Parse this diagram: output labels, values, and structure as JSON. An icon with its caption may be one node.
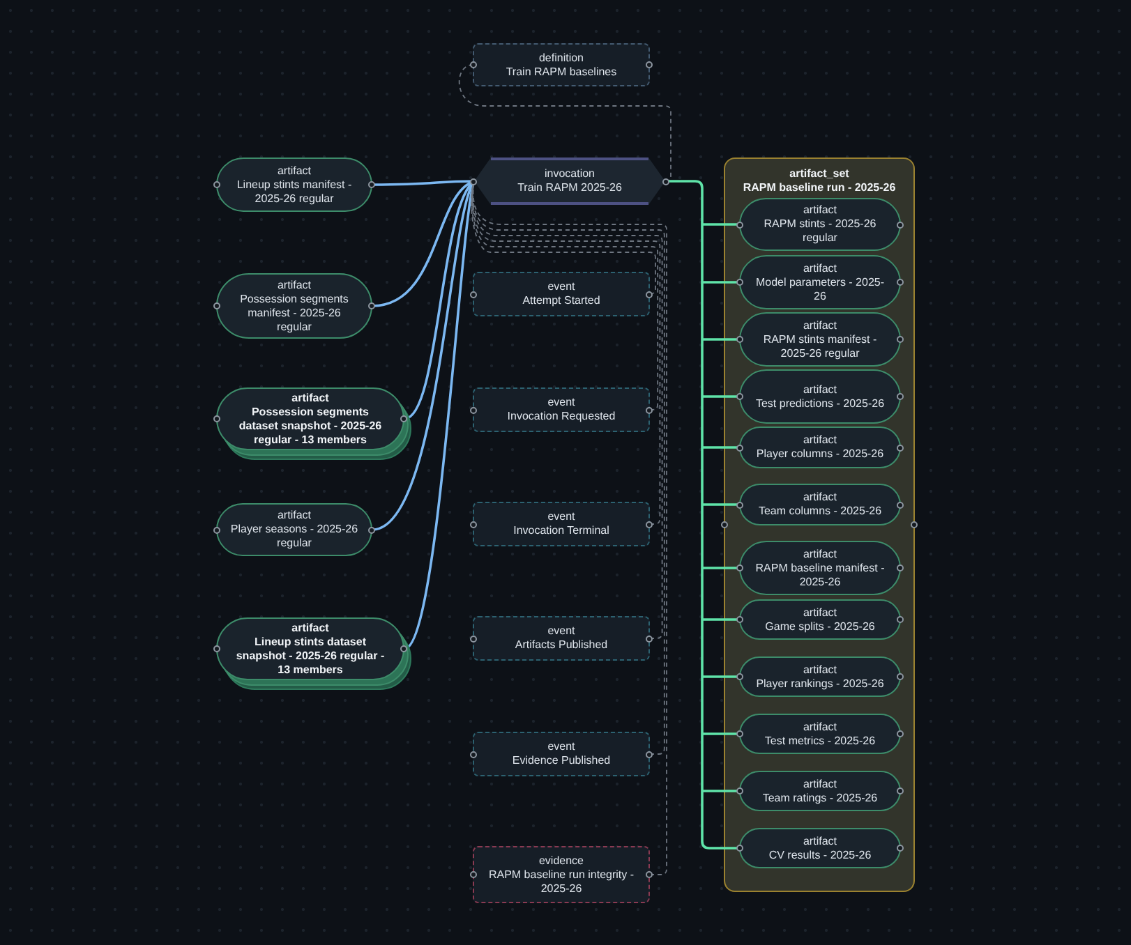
{
  "diagram": {
    "nodes": [
      {
        "text": [
          "artifact",
          "Lineup stints manifest - 2025-26 regular"
        ]
      },
      {
        "text": [
          "artifact",
          "Possession segments manifest - 2025-26 regular"
        ]
      },
      {
        "text": [
          "artifact",
          "Possession segments dataset snapshot - 2025-26 regular - 13 members"
        ]
      },
      {
        "text": [
          "artifact",
          "Player seasons - 2025-26 regular"
        ]
      },
      {
        "text": [
          "artifact",
          "Lineup stints dataset snapshot - 2025-26 regular - 13 members"
        ]
      },
      {
        "text": [
          "definition",
          "Train RAPM baselines"
        ]
      },
      {
        "text": [
          "invocation",
          "Train RAPM 2025-26"
        ]
      },
      {
        "text": [
          "event",
          "Attempt Started"
        ]
      },
      {
        "text": [
          "event",
          "Invocation Requested"
        ]
      },
      {
        "text": [
          "event",
          "Invocation Terminal"
        ]
      },
      {
        "text": [
          "event",
          "Artifacts Published"
        ]
      },
      {
        "text": [
          "event",
          "Evidence Published"
        ]
      },
      {
        "text": [
          "evidence",
          "RAPM baseline run integrity - 2025-26"
        ]
      },
      {
        "text": [
          "artifact_set",
          "RAPM baseline run - 2025-26"
        ]
      },
      {
        "text": [
          "artifact",
          "RAPM stints - 2025-26 regular"
        ],
        "in": 13
      },
      {
        "text": [
          "artifact",
          "Model parameters - 2025-26"
        ],
        "in": 13
      },
      {
        "text": [
          "artifact",
          "RAPM stints manifest - 2025-26 regular"
        ],
        "in": 13
      },
      {
        "text": [
          "artifact",
          "Test predictions - 2025-26"
        ],
        "in": 13
      },
      {
        "text": [
          "artifact",
          "Player columns - 2025-26"
        ],
        "in": 13
      },
      {
        "text": [
          "artifact",
          "Team columns - 2025-26"
        ],
        "in": 13
      },
      {
        "text": [
          "artifact",
          "RAPM baseline manifest - 2025-26"
        ],
        "in": 13
      },
      {
        "text": [
          "artifact",
          "Game splits - 2025-26"
        ],
        "in": 13
      },
      {
        "text": [
          "artifact",
          "Player rankings - 2025-26"
        ],
        "in": 13
      },
      {
        "text": [
          "artifact",
          "Test metrics - 2025-26"
        ],
        "in": 13
      },
      {
        "text": [
          "artifact",
          "Team ratings - 2025-26"
        ],
        "in": 13
      },
      {
        "text": [
          "artifact",
          "CV results - 2025-26"
        ],
        "in": 13
      }
    ],
    "edges": [
      {
        "from": 0,
        "to": 6,
        "arrow": "none",
        "color": "#7cb8f2"
      },
      {
        "from": 1,
        "to": 6,
        "arrow": "none",
        "color": "#7cb8f2"
      },
      {
        "from": 2,
        "to": 6,
        "arrow": "none",
        "color": "#7cb8f2"
      },
      {
        "from": 3,
        "to": 6,
        "arrow": "none",
        "color": "#7cb8f2"
      },
      {
        "from": 4,
        "to": 6,
        "arrow": "none",
        "color": "#7cb8f2"
      },
      {
        "from": 6,
        "to": 5,
        "arrow": "none",
        "style": "dashed",
        "color": "#6e7681"
      },
      {
        "from": 7,
        "to": 6,
        "arrow": "none",
        "style": "dashed",
        "color": "#6e7681"
      },
      {
        "from": 8,
        "to": 6,
        "arrow": "none",
        "style": "dashed",
        "color": "#6e7681"
      },
      {
        "from": 9,
        "to": 6,
        "arrow": "none",
        "style": "dashed",
        "color": "#6e7681"
      },
      {
        "from": 10,
        "to": 6,
        "arrow": "none",
        "style": "dashed",
        "color": "#6e7681"
      },
      {
        "from": 11,
        "to": 6,
        "arrow": "none",
        "style": "dashed",
        "color": "#6e7681"
      },
      {
        "from": 12,
        "to": 6,
        "arrow": "none",
        "style": "dashed",
        "color": "#6e7681"
      },
      {
        "from": 6,
        "to": 14,
        "arrow": "none"
      },
      {
        "from": 6,
        "to": 15,
        "arrow": "none"
      },
      {
        "from": 6,
        "to": 16,
        "arrow": "none"
      },
      {
        "from": 6,
        "to": 17,
        "arrow": "none"
      },
      {
        "from": 6,
        "to": 18,
        "arrow": "none"
      },
      {
        "from": 6,
        "to": 19,
        "arrow": "none"
      },
      {
        "from": 6,
        "to": 20,
        "arrow": "none"
      },
      {
        "from": 6,
        "to": 21,
        "arrow": "none"
      },
      {
        "from": 6,
        "to": 22,
        "arrow": "none"
      },
      {
        "from": 6,
        "to": 23,
        "arrow": "none"
      },
      {
        "from": 6,
        "to": 24,
        "arrow": "none"
      },
      {
        "from": 6,
        "to": 25,
        "arrow": "none"
      }
    ]
  }
}
